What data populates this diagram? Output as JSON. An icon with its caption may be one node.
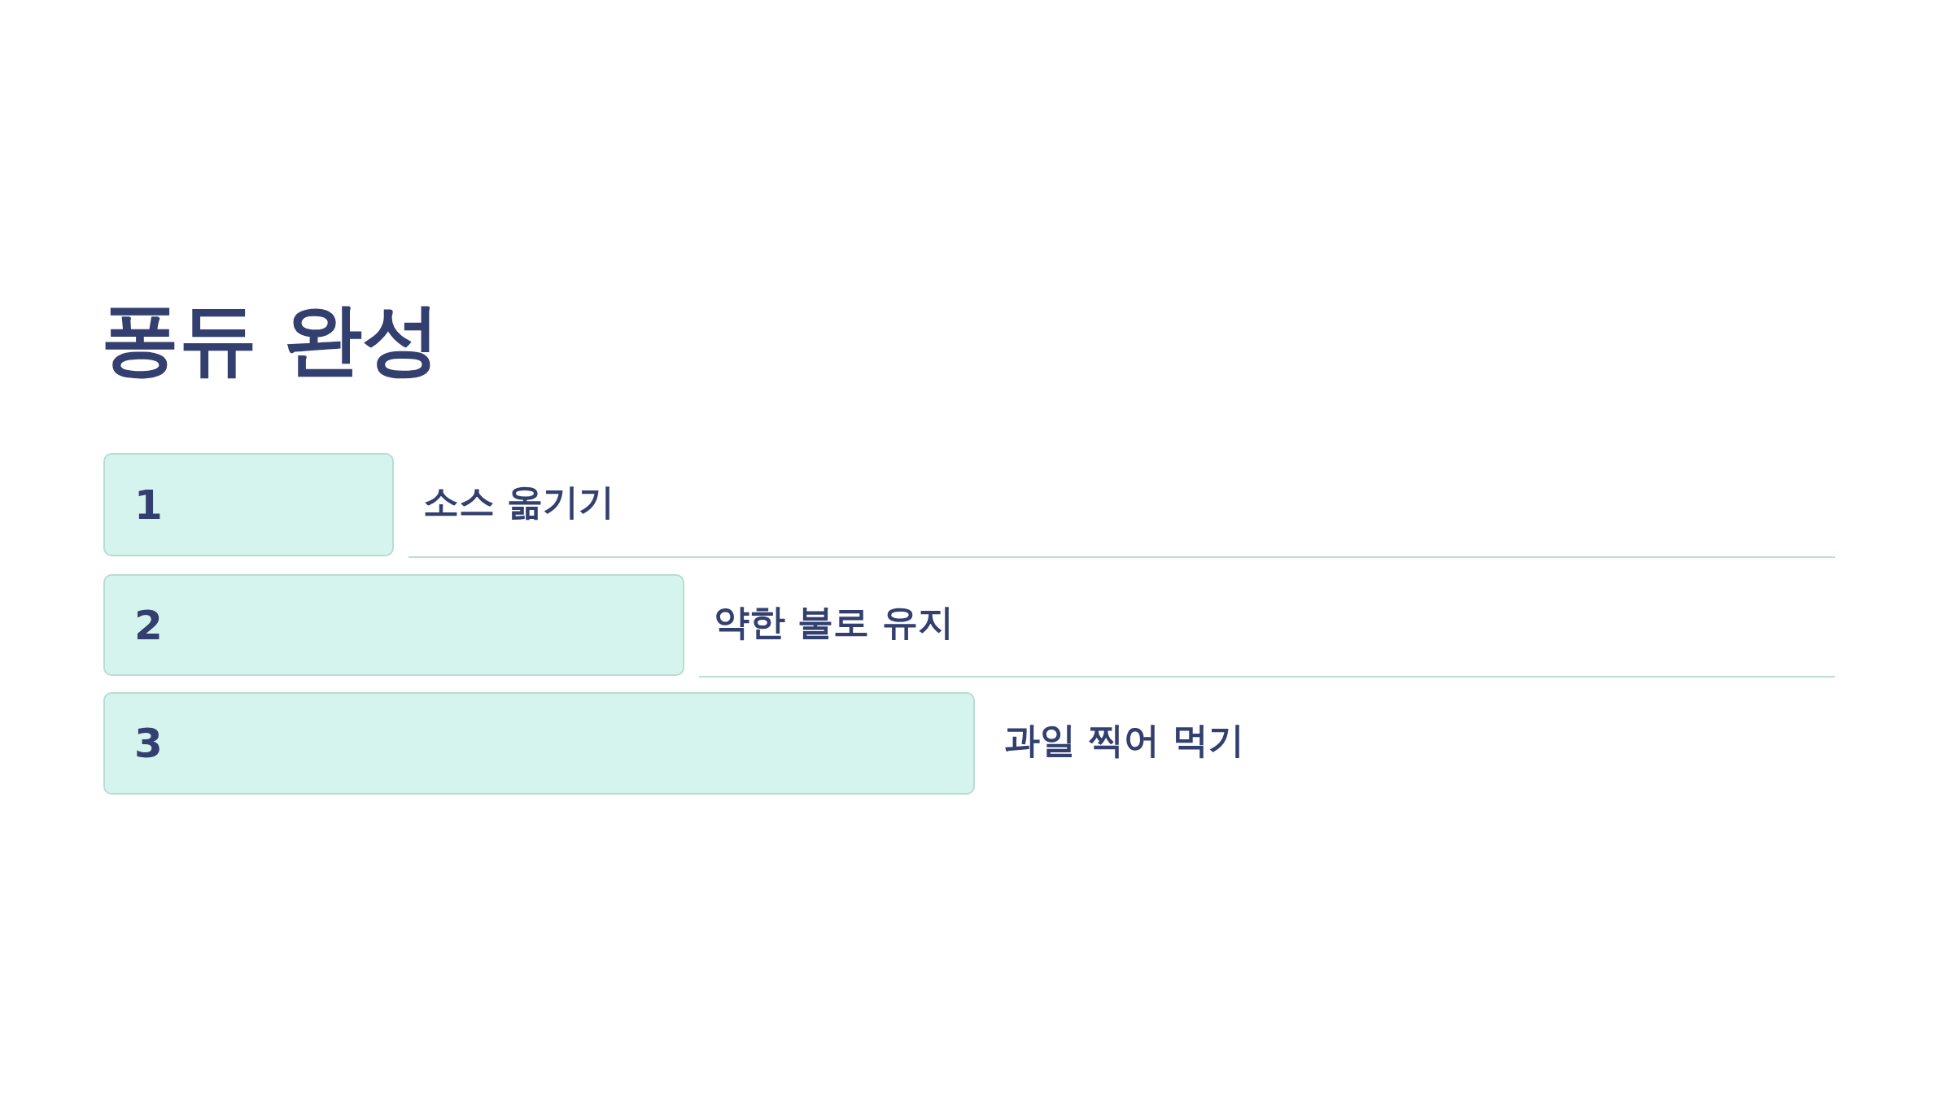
{
  "diagram": {
    "title": "퐁듀 완성",
    "nodes": [
      {
        "text": [
          "1"
        ],
        "beside": [
          "소스 옮기기"
        ]
      },
      {
        "text": [
          "2"
        ],
        "beside": [
          "약한 불로 유지"
        ]
      },
      {
        "text": [
          "3"
        ],
        "beside": [
          "과일 찍어 먹기"
        ]
      }
    ]
  }
}
